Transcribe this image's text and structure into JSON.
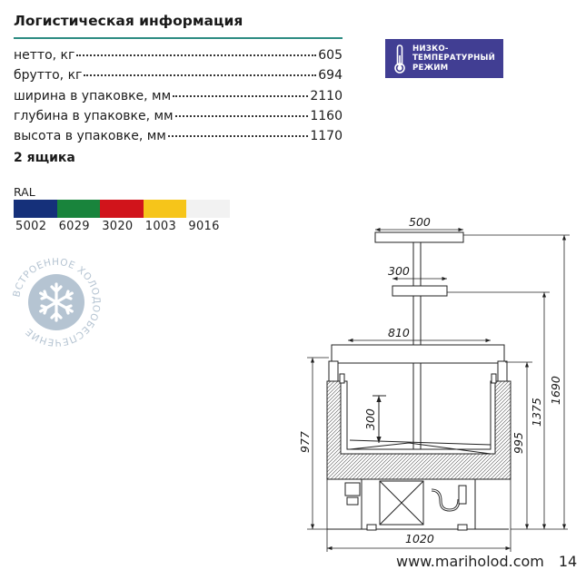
{
  "section": {
    "title": "Логистическая информация"
  },
  "specs": [
    {
      "label": "нетто, кг",
      "value": "605"
    },
    {
      "label": "брутто, кг",
      "value": "694"
    },
    {
      "label": "ширина в упаковке, мм",
      "value": "2110"
    },
    {
      "label": "глубина в упаковке, мм",
      "value": "1160"
    },
    {
      "label": "высота в упаковке, мм",
      "value": "1170"
    }
  ],
  "boxes_note": "2 ящика",
  "badge": {
    "text": "НИЗКО-\nТЕМПЕРАТУРНЫЙ\nРЕЖИМ",
    "color": "#413e93",
    "icon": "thermometer-icon"
  },
  "ral": {
    "label": "RAL",
    "colors": [
      {
        "code": "5002",
        "hex": "#15307a"
      },
      {
        "code": "6029",
        "hex": "#19843c"
      },
      {
        "code": "3020",
        "hex": "#d1141b"
      },
      {
        "code": "1003",
        "hex": "#f6c51a"
      },
      {
        "code": "9016",
        "hex": "#f2f2f2"
      }
    ]
  },
  "seal": {
    "text": "ВСТРОЕННОЕ ХОЛОДООБЕСПЕЧЕНИЕ",
    "icon": "snowflake-icon"
  },
  "drawing": {
    "dimensions": {
      "top_shelf_width": "500",
      "mid_shelf_width": "300",
      "tub_width": "810",
      "tub_depth": "300",
      "case_height": "977",
      "body_height": "995",
      "mid_height": "1375",
      "total_height": "1690",
      "total_width": "1020"
    }
  },
  "footer": {
    "site": "www.mariholod.com",
    "page": "14"
  }
}
